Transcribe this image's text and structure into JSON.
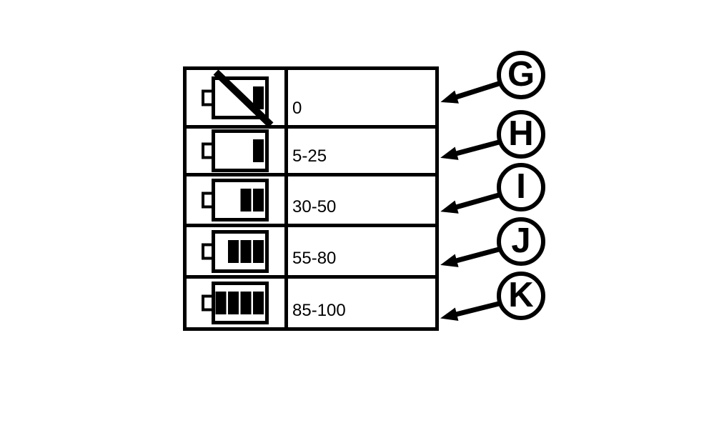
{
  "canvas": {
    "background": "#ffffff",
    "ink": "#000000"
  },
  "legend_table": {
    "rows": [
      {
        "icon": "battery-empty-crossed-icon",
        "bars": 1,
        "crossed": true,
        "label": "0"
      },
      {
        "icon": "battery-low-icon",
        "bars": 1,
        "crossed": false,
        "label": "5-25"
      },
      {
        "icon": "battery-medium-icon",
        "bars": 2,
        "crossed": false,
        "label": "30-50"
      },
      {
        "icon": "battery-high-icon",
        "bars": 3,
        "crossed": false,
        "label": "55-80"
      },
      {
        "icon": "battery-full-icon",
        "bars": 4,
        "crossed": false,
        "label": "85-100"
      }
    ]
  },
  "callouts": [
    {
      "letter": "G"
    },
    {
      "letter": "H"
    },
    {
      "letter": "I"
    },
    {
      "letter": "J"
    },
    {
      "letter": "K"
    }
  ]
}
